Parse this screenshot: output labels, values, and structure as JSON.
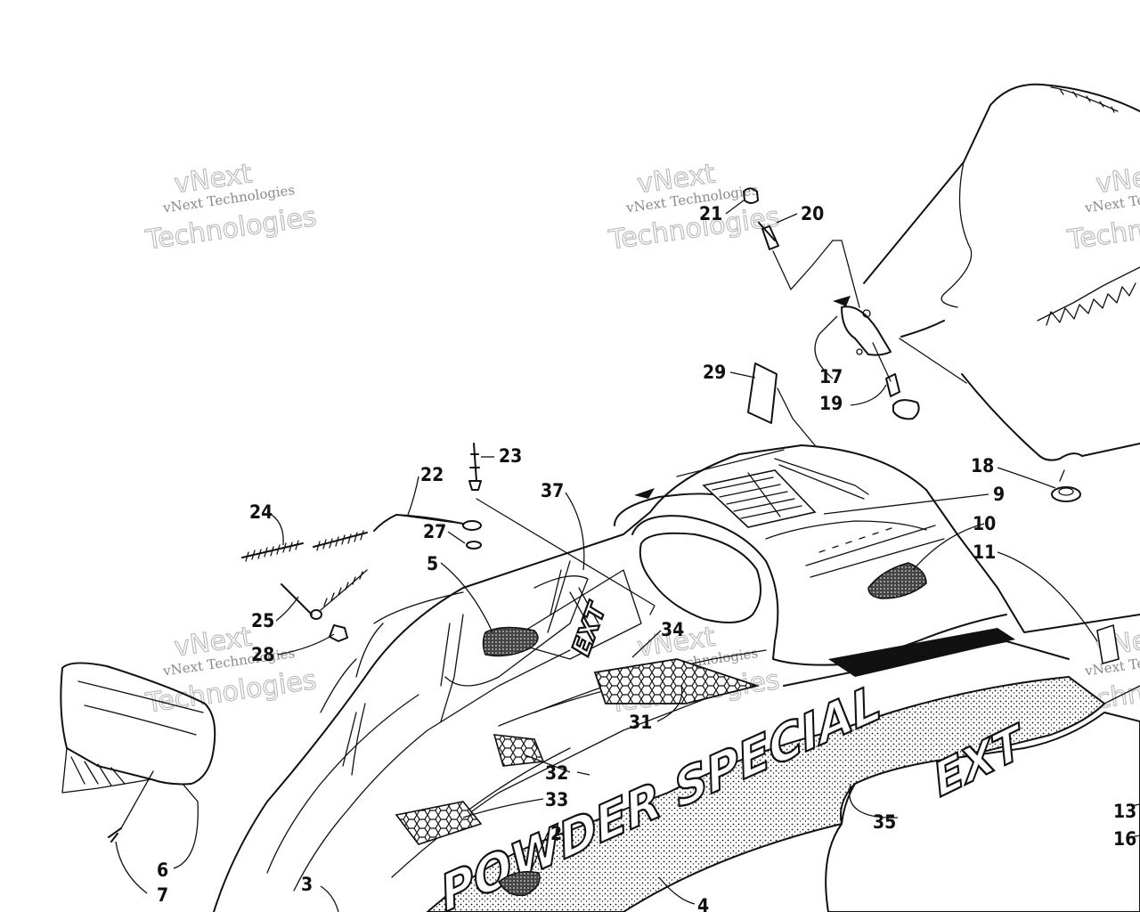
{
  "watermark": {
    "line1": "vNext Technologies",
    "line2": "vNext",
    "line3": "Technologies"
  },
  "decals": {
    "model": "POWDER SPECIAL",
    "badge": "EXT"
  },
  "callouts": [
    {
      "id": "c1",
      "text": "21"
    },
    {
      "id": "c2",
      "text": "20"
    },
    {
      "id": "c3",
      "text": "17"
    },
    {
      "id": "c4",
      "text": "19"
    },
    {
      "id": "c5",
      "text": "29"
    },
    {
      "id": "c6",
      "text": "18"
    },
    {
      "id": "c7",
      "text": "9"
    },
    {
      "id": "c8",
      "text": "10"
    },
    {
      "id": "c9",
      "text": "11"
    },
    {
      "id": "c10",
      "text": "23"
    },
    {
      "id": "c11",
      "text": "22"
    },
    {
      "id": "c12",
      "text": "37"
    },
    {
      "id": "c13",
      "text": "24"
    },
    {
      "id": "c14",
      "text": "27"
    },
    {
      "id": "c15",
      "text": "5"
    },
    {
      "id": "c16",
      "text": "25"
    },
    {
      "id": "c17",
      "text": "28"
    },
    {
      "id": "c18",
      "text": "34"
    },
    {
      "id": "c19",
      "text": "31"
    },
    {
      "id": "c20",
      "text": "32"
    },
    {
      "id": "c21",
      "text": "33"
    },
    {
      "id": "c22",
      "text": "2"
    },
    {
      "id": "c23",
      "text": "3"
    },
    {
      "id": "c24",
      "text": "4"
    },
    {
      "id": "c25",
      "text": "6"
    },
    {
      "id": "c26",
      "text": "7"
    },
    {
      "id": "c27",
      "text": "35"
    },
    {
      "id": "c28",
      "text": "13"
    },
    {
      "id": "c29",
      "text": "16"
    }
  ]
}
